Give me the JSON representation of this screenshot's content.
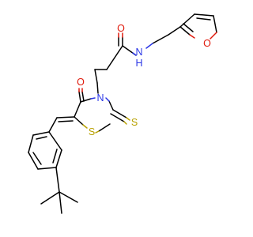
{
  "molecule": {
    "atom_labels": {
      "o_ketone": "O",
      "n_ring": "N",
      "s_thioxo": "S",
      "s_ring": "S",
      "o_amide": "O",
      "n_amide": "N",
      "h_amide": "H",
      "o_furan": "O"
    },
    "colors": {
      "carbon_bond": "#000000",
      "oxygen": "#e0190b",
      "nitrogen": "#2a36e6",
      "sulfur": "#b8a100"
    }
  }
}
